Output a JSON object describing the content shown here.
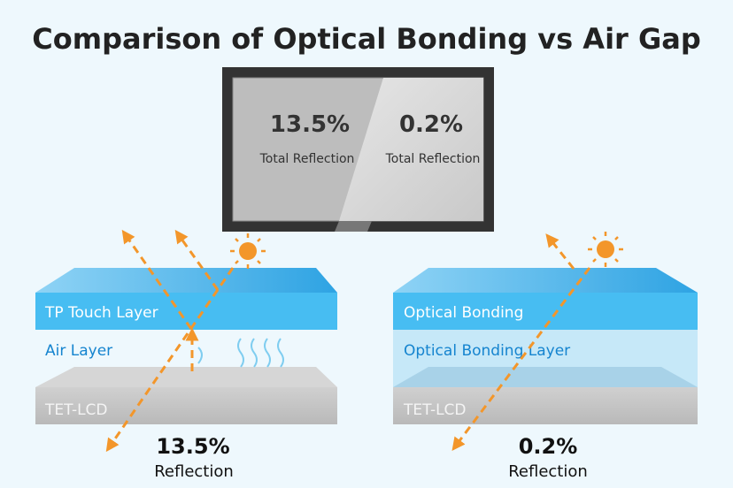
{
  "title": "Comparison of Optical Bonding vs Air Gap",
  "monitor": {
    "left": {
      "value": "13.5%",
      "label": "Total Reflection"
    },
    "right": {
      "value": "0.2%",
      "label": "Total Reflection"
    }
  },
  "air_gap": {
    "top_layer": "TP Touch Layer",
    "middle_layer": "Air Layer",
    "bottom_layer": "TET-LCD",
    "value": "13.5%",
    "value_label": "Reflection"
  },
  "optical_bonding": {
    "top_layer": "Optical Bonding",
    "middle_layer": "Optical Bonding Layer",
    "bottom_layer": "TET-LCD",
    "value": "0.2%",
    "value_label": "Reflection"
  },
  "colors": {
    "blue": "#47bdf2",
    "light_blue": "#c6e8f8",
    "grey": "#c4c4c4",
    "orange": "#f3962a",
    "text_blue": "#1584cf"
  },
  "icons": [
    "sun-icon",
    "arrow-icon",
    "heat-wave-icon"
  ]
}
